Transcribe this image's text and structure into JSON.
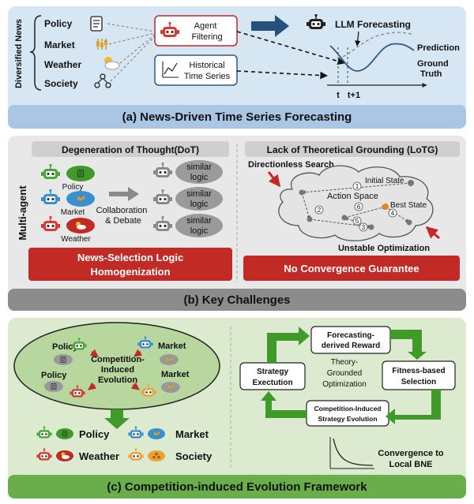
{
  "panel_a": {
    "side_label": "Diversified News",
    "news": [
      "Policy",
      "Market",
      "Weather",
      "Society"
    ],
    "agent_filtering": [
      "Agent",
      "Filtering"
    ],
    "historical": [
      "Historical",
      "Time Series"
    ],
    "llm_forecasting": "LLM Forecasting",
    "prediction": "Prediction",
    "ground_truth": [
      "Ground",
      "Truth"
    ],
    "t_label": "t",
    "t1_label": "t+1",
    "caption": "(a) News-Driven Time Series Forecasting"
  },
  "panel_b": {
    "side_label": "Multi-agent",
    "dot_title": "Degeneration of Thought(DoT)",
    "agents": [
      "Policy",
      "Market",
      "Weather"
    ],
    "collab": [
      "Collaboration",
      "& Debate"
    ],
    "similar": [
      "similar",
      "logic"
    ],
    "homog": [
      "News-Selection Logic",
      "Homogenization"
    ],
    "lotg_title": "Lack of Theoretical Grounding (LoTG)",
    "directionless": "Directionless Search",
    "initial_state": "Initial State",
    "action_space": "Action Space",
    "best_state": "Best State",
    "unstable": "Unstable Optimization",
    "steps": [
      "1",
      "2",
      "3",
      "4",
      "5",
      "6"
    ],
    "no_conv": "No Convergence Guarantee",
    "caption": "(b) Key Challenges"
  },
  "panel_c": {
    "ellipse_policy": "Policy",
    "ellipse_market": "Market",
    "competition": [
      "Competition-",
      "Induced",
      "Evolution"
    ],
    "legend": [
      "Policy",
      "Market",
      "Weather",
      "Society"
    ],
    "reward": [
      "Forecasting-",
      "derived Reward"
    ],
    "fitness": [
      "Fitness-based",
      "Selection"
    ],
    "cie": [
      "Competition-Induced",
      "Strategy Evolution"
    ],
    "strategy": [
      "Strategy",
      "Exectution"
    ],
    "theory": [
      "Theory-",
      "Grounded",
      "Optimization"
    ],
    "convergence": [
      "Convergence to",
      "Local BNE"
    ],
    "caption": "(c) Competition-induced Evolution Framework"
  },
  "colors": {
    "panel_a_bg": "#d7e6f3",
    "panel_a_bar": "#a9c7e4",
    "panel_b_bg": "#e8e8e8",
    "panel_b_bar": "#8c8c8c",
    "panel_c_bg": "#dcebd0",
    "panel_c_bar": "#6aae4c",
    "red": "#c22a25",
    "green": "#3f9a2a",
    "dark_blue": "#24527d"
  }
}
